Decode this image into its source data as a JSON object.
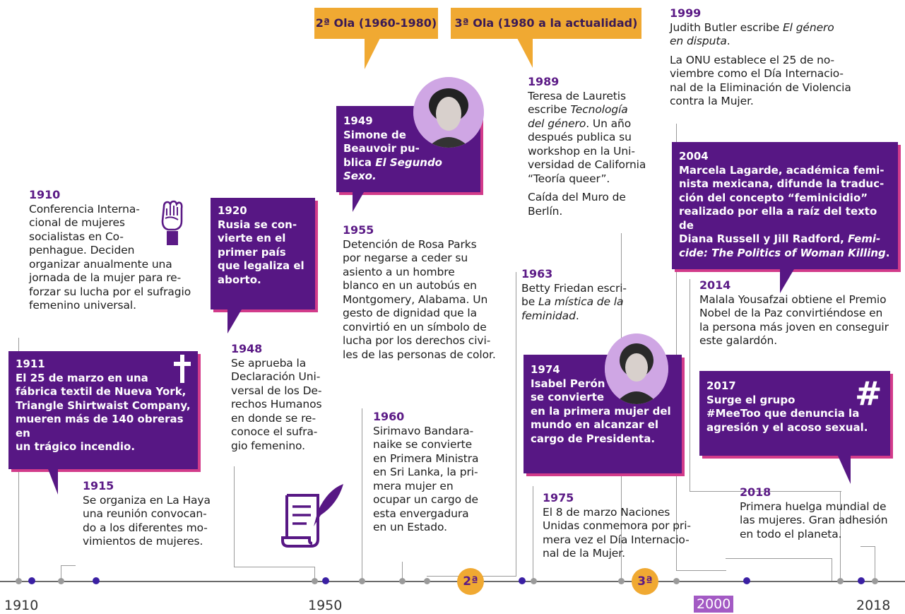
{
  "waves": {
    "second": "2ª Ola (1960-1980)",
    "third": "3ª Ola (1980 a la actualidad)"
  },
  "axis": {
    "start": "1910",
    "mid": "1950",
    "y2000": "2000",
    "end": "2018",
    "marker2": "2ª",
    "marker3": "3ª"
  },
  "events": {
    "e1910": {
      "year": "1910",
      "text": "Conferencia Interna-\ncional de mujeres\nsocialistas en Co-\npenhague. Deciden\norganizar anualmente una\njornada de la mujer para re-\nforzar su lucha por el sufragio\nfemenino universal."
    },
    "e1911": {
      "year": "1911",
      "text": "El 25 de marzo en una\nfábrica textil de Nueva York,\nTriangle Shirtwaist Company,\nmueren más de 140 obreras en\nun trágico incendio."
    },
    "e1915": {
      "year": "1915",
      "text": "Se organiza en La Haya\nuna reunión convocan-\ndo a los diferentes mo-\nvimientos de mujeres."
    },
    "e1920": {
      "year": "1920",
      "text": "Rusia se con-\nvierte en el\nprimer país\nque legaliza el\naborto."
    },
    "e1948": {
      "year": "1948",
      "text": "Se aprueba la\nDeclaración Uni-\nversal de los De-\nrechos Humanos\nen donde se re-\nconoce el sufra-\ngio femenino."
    },
    "e1949": {
      "year": "1949",
      "line1": "Simone de\nBeauvoir pu-\nblica ",
      "italic": "El Segundo Sexo."
    },
    "e1955": {
      "year": "1955",
      "text": "Detención de Rosa Parks\npor negarse a ceder su\nasiento a un hombre\nblanco en un autobús en\nMontgomery, Alabama. Un\ngesto de dignidad que la\nconvirtió en un símbolo de\nlucha por los derechos civi-\nles de las personas de color."
    },
    "e1960": {
      "year": "1960",
      "text": "Sirimavo Bandara-\nnaike se convierte\nen Primera Ministra\nen Sri Lanka, la pri-\nmera mujer en\nocupar un cargo de\nesta envergadura\nen un Estado."
    },
    "e1963": {
      "year": "1963",
      "pre": "Betty Friedan escri-\nbe ",
      "italic": "La mística de la\nfeminidad",
      "post": "."
    },
    "e1974": {
      "year": "1974",
      "text": "Isabel Perón\nse convierte\nen la primera mujer del\nmundo en alcanzar el\ncargo de Presidenta."
    },
    "e1975": {
      "year": "1975",
      "text": "El 8 de marzo Naciones\nUnidas conmemora por pri-\nmera vez el Día Internacio-\nnal de la Mujer."
    },
    "e1989": {
      "year": "1989",
      "pre": "Teresa de Lauretis\nescribe ",
      "italic": "Tecnología\ndel género",
      "post": ". Un año\ndespués publica su\nworkshop en la Uni-\nversidad de California\n“Teoría queer”.",
      "text2": "Caída del Muro de\nBerlín."
    },
    "e1999": {
      "year": "1999",
      "pre": "Judith Butler escribe ",
      "italic": "El género\nen disputa",
      "post": ".",
      "text2": "La ONU establece el 25 de no-\nviembre como el Día Internacio-\nnal de la Eliminación de Violencia\ncontra la Mujer."
    },
    "e2004": {
      "year": "2004",
      "pre": "Marcela Lagarde, académica femi-\nnista mexicana, difunde la traduc-\nción del concepto “feminicidio”\nrealizado por ella a raíz del texto de\nDiana Russell y Jill Radford, ",
      "italic": "Femi-\ncide: The Politics of Woman Killing",
      "post": "."
    },
    "e2014": {
      "year": "2014",
      "text": "Malala Yousafzai obtiene el Premio\nNobel de la Paz convirtiéndose en\nla persona más joven en conseguir\neste galardón."
    },
    "e2017": {
      "year": "2017",
      "text": "Surge el grupo\n#MeeToo que denuncia la\nagresión y el acoso sexual."
    },
    "e2018": {
      "year": "2018",
      "text": "Primera huelga mundial de\nlas mujeres. Gran adhesión\nen todo el planeta."
    }
  },
  "icons": {
    "fist": "fist-icon",
    "cross": "cross-icon",
    "quill": "quill-document-icon",
    "hash": "#",
    "portrait1949": "portrait-icon",
    "portrait1974": "portrait-icon"
  },
  "colors": {
    "purple": "#571784",
    "pink_shadow": "#d23b8a",
    "orange": "#f0a932",
    "year_purple": "#5b1a86",
    "dot_blue": "#3a1fa3"
  }
}
